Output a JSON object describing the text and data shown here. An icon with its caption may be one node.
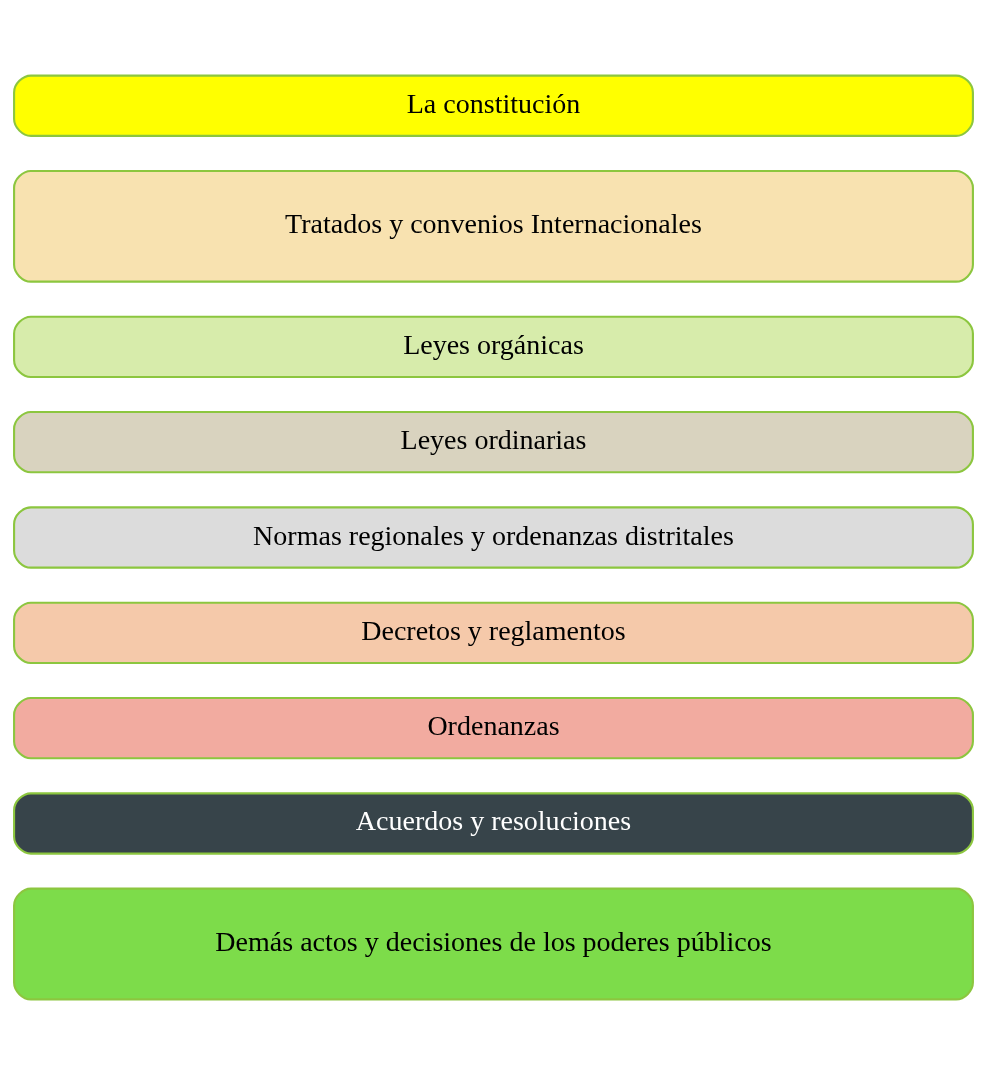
{
  "diagram": {
    "nodes": [
      {
        "text": [
          "La constitución"
        ]
      },
      {
        "text": [
          "Tratados y convenios Internacionales"
        ]
      },
      {
        "text": [
          "Leyes orgánicas"
        ]
      },
      {
        "text": [
          "Leyes ordinarias"
        ]
      },
      {
        "text": [
          "Normas regionales y ordenanzas distritales"
        ]
      },
      {
        "text": [
          "Decretos y reglamentos"
        ]
      },
      {
        "text": [
          "Ordenanzas"
        ]
      },
      {
        "text": [
          "Acuerdos y resoluciones"
        ]
      },
      {
        "text": [
          "Demás actos y decisiones de los poderes públicos"
        ]
      }
    ]
  }
}
